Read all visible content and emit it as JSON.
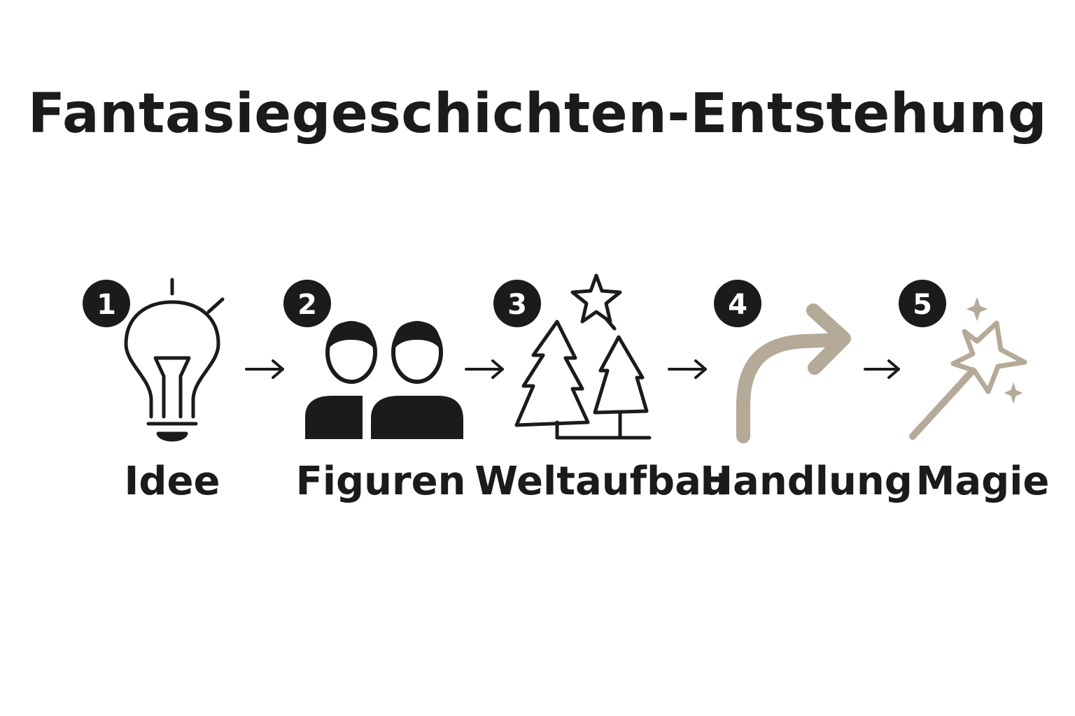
{
  "title": "Fantasiegeschichten-Entstehung",
  "steps": [
    {
      "number": "1",
      "label": "Idee",
      "icon": "lightbulb-icon"
    },
    {
      "number": "2",
      "label": "Figuren",
      "icon": "people-icon"
    },
    {
      "number": "3",
      "label": "Weltaufbau",
      "icon": "trees-star-icon"
    },
    {
      "number": "4",
      "label": "Handlung",
      "icon": "curved-arrow-icon"
    },
    {
      "number": "5",
      "label": "Magie",
      "icon": "magic-wand-icon"
    }
  ],
  "colors": {
    "ink": "#1b1b1b",
    "accent": "#b5aa97",
    "background": "#ffffff"
  }
}
